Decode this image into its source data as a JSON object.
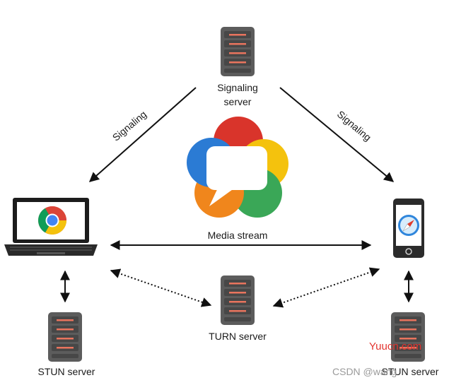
{
  "nodes": {
    "signaling_server": {
      "label_line1": "Signaling",
      "label_line2": "server"
    },
    "turn_server": {
      "label": "TURN server"
    },
    "stun_server_left": {
      "label": "STUN server"
    },
    "stun_server_right": {
      "label": "STUN server"
    }
  },
  "edges": {
    "signaling_left": "Signaling",
    "signaling_right": "Signaling",
    "media_stream": "Media stream"
  },
  "watermark": {
    "site": "Yuucn.com",
    "credit": "CSDN @wang\u0001\u0001"
  },
  "colors": {
    "server_body": "#5a5a5a",
    "server_slot": "#e9745e",
    "webrtc_red": "#d9342b",
    "webrtc_yellow": "#f4c20d",
    "webrtc_green": "#3aa757",
    "webrtc_orange": "#f0861c",
    "webrtc_blue": "#2b7bd4",
    "watermark_red": "#e3342f"
  }
}
